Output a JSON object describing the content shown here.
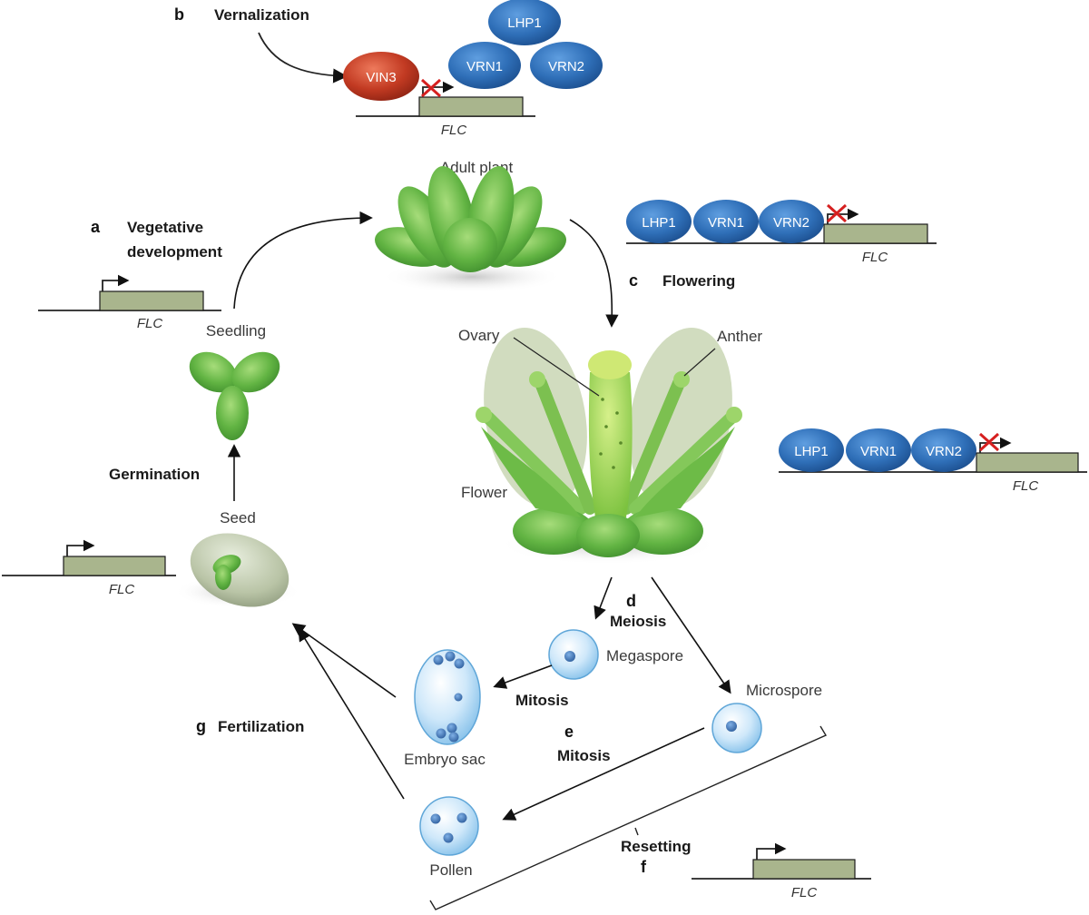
{
  "panels": {
    "a": {
      "letter": "a",
      "title_line1": "Vegetative",
      "title_line2": "development"
    },
    "b": {
      "letter": "b",
      "title": "Vernalization"
    },
    "c": {
      "letter": "c",
      "title": "Flowering"
    },
    "d": {
      "letter": "d",
      "title": "Meiosis"
    },
    "e": {
      "letter": "e",
      "title": "Mitosis"
    },
    "f": {
      "letter": "f",
      "title": "Resetting"
    },
    "g": {
      "letter": "g",
      "title": "Fertilization"
    }
  },
  "stages": {
    "adult_plant": "Adult plant",
    "seedling": "Seedling",
    "seed": "Seed",
    "flower": "Flower",
    "ovary": "Ovary",
    "anther": "Anther",
    "megaspore": "Megaspore",
    "microspore": "Microspore",
    "embryo_sac": "Embryo sac",
    "pollen": "Pollen"
  },
  "process_labels": {
    "germination": "Germination",
    "mitosis_embryo": "Mitosis"
  },
  "proteins": {
    "vin3": "VIN3",
    "lhp1": "LHP1",
    "vrn1": "VRN1",
    "vrn2": "VRN2"
  },
  "gene": "FLC",
  "colors": {
    "protein_blue": "#2f6fb8",
    "vin3_red": "#c23a22",
    "leaf_green": "#5fb340",
    "flc_box": "#a9b58d",
    "cell_blue": "#bfe0f7",
    "repression_x": "#d62020"
  }
}
